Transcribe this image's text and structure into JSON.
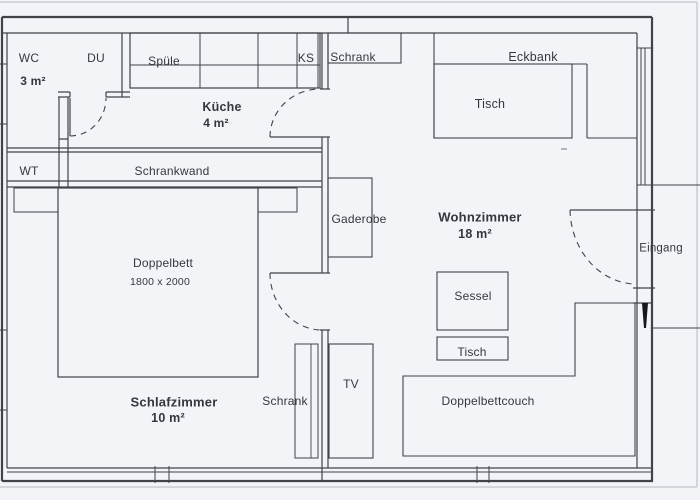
{
  "floorplan": {
    "rooms": {
      "wc": {
        "name": "WC",
        "du": "DU",
        "area": "3 m²"
      },
      "kueche": {
        "name": "Küche",
        "area": "4 m²"
      },
      "wohnzimmer": {
        "name": "Wohnzimmer",
        "area": "18 m²"
      },
      "schlafzimmer": {
        "name": "Schlafzimmer",
        "area": "10 m²"
      }
    },
    "fixtures": {
      "spuele": "Spüle",
      "ks": "KS",
      "wt": "WT",
      "schrankwand": "Schrankwand",
      "schrank_wohnzimmer": "Schrank",
      "eckbank": "Eckbank",
      "esstisch": "Tisch",
      "garderobe": "Gaderobe",
      "doppelbett": "Doppelbett",
      "doppelbett_masse": "1800 x 2000",
      "schrank_schlafzimmer": "Schrank",
      "tv": "TV",
      "sessel": "Sessel",
      "couchtisch": "Tisch",
      "doppelbettcouch": "Doppelbettcouch"
    },
    "entrance": {
      "label": "Eingang"
    },
    "colors": {
      "line": "#3f4449",
      "paper": "#f2f4f8",
      "text": "#34383c",
      "page_edge": "#c9ccd1"
    }
  }
}
